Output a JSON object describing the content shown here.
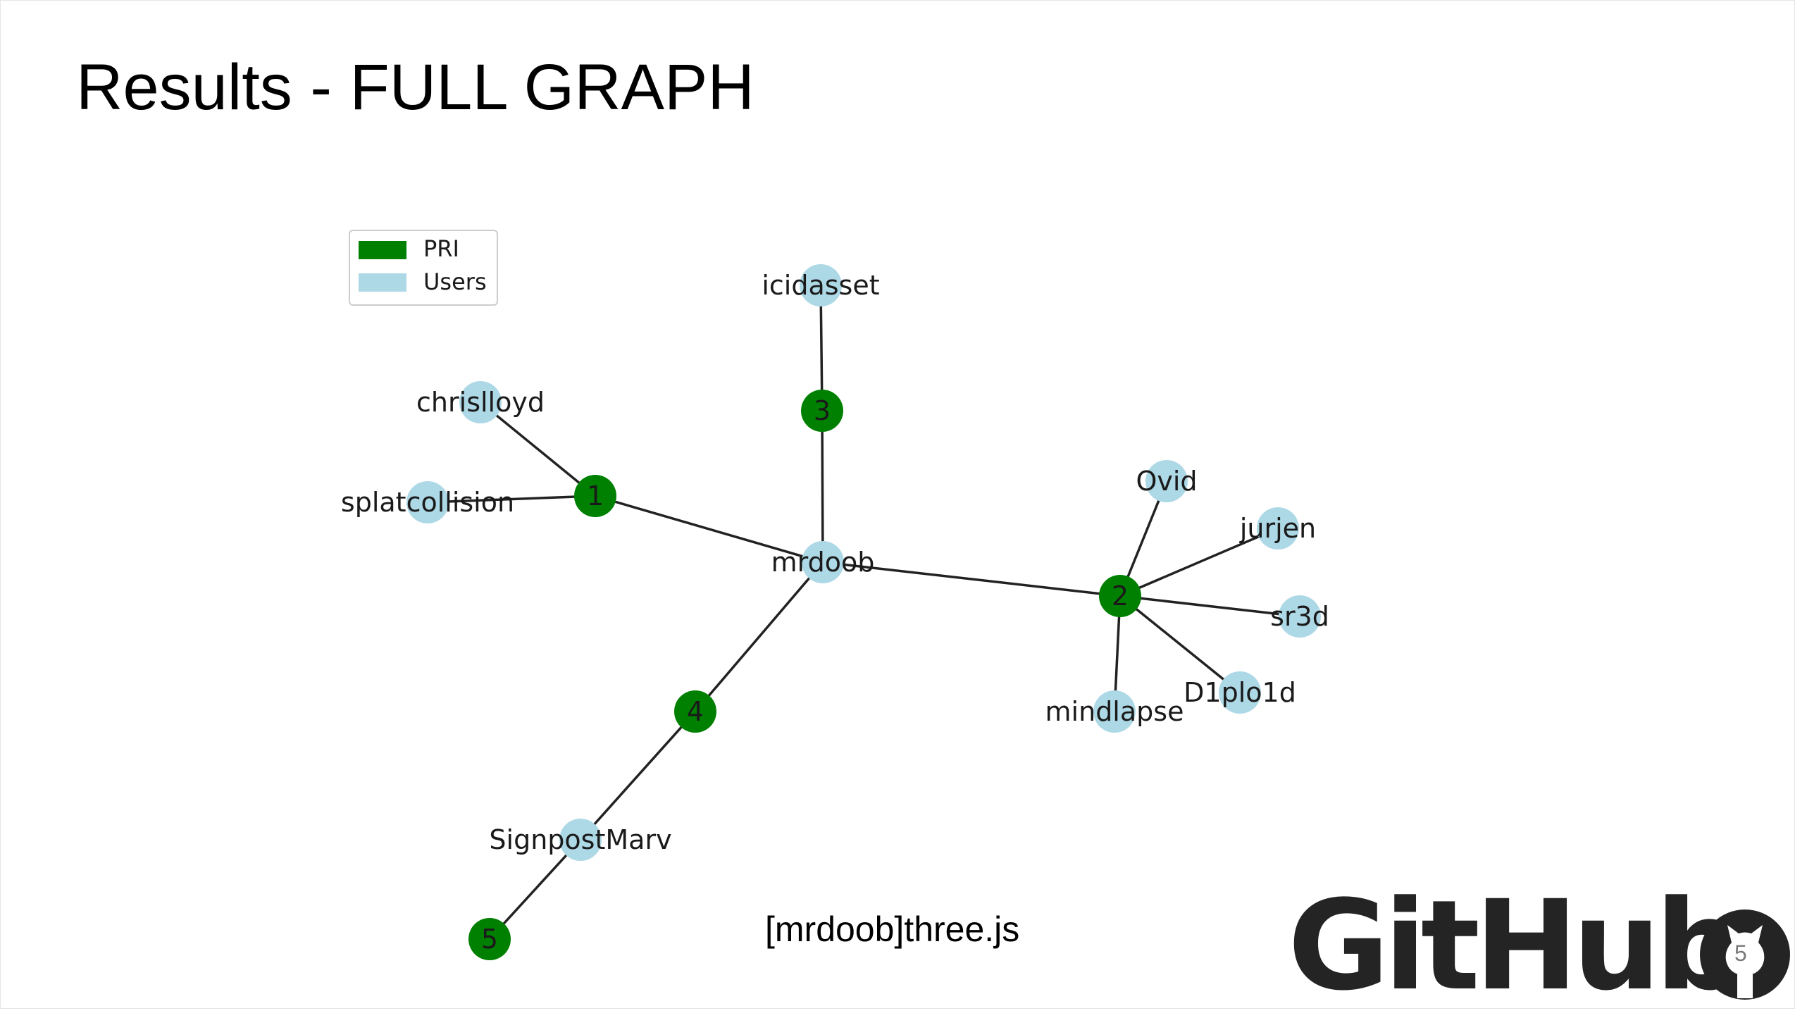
{
  "slide": {
    "title": "Results - FULL GRAPH",
    "caption": "[mrdoob]three.js",
    "logo_text": "GitHub",
    "logo_icon": "octocat-icon",
    "page_number": "5"
  },
  "legend": {
    "items": [
      {
        "label": "PRI",
        "color": "#008000"
      },
      {
        "label": "Users",
        "color": "#add8e6"
      }
    ]
  },
  "graph": {
    "colors": {
      "pri": "#008000",
      "user": "#add8e6",
      "edge": "#222222",
      "label": "#1a1a1a"
    },
    "nodes": [
      {
        "id": "mrdoob",
        "label": "mrdoob",
        "type": "user"
      },
      {
        "id": "icidasset",
        "label": "icidasset",
        "type": "user"
      },
      {
        "id": "chrislloyd",
        "label": "chrislloyd",
        "type": "user"
      },
      {
        "id": "splatcollision",
        "label": "splatcollision",
        "type": "user"
      },
      {
        "id": "Ovid",
        "label": "Ovid",
        "type": "user"
      },
      {
        "id": "jurjen",
        "label": "jurjen",
        "type": "user"
      },
      {
        "id": "sr3d",
        "label": "sr3d",
        "type": "user"
      },
      {
        "id": "D1plo1d",
        "label": "D1plo1d",
        "type": "user"
      },
      {
        "id": "mindlapse",
        "label": "mindlapse",
        "type": "user"
      },
      {
        "id": "SignpostMarv",
        "label": "SignpostMarv",
        "type": "user"
      },
      {
        "id": "p1",
        "label": "1",
        "type": "pri"
      },
      {
        "id": "p2",
        "label": "2",
        "type": "pri"
      },
      {
        "id": "p3",
        "label": "3",
        "type": "pri"
      },
      {
        "id": "p4",
        "label": "4",
        "type": "pri"
      },
      {
        "id": "p5",
        "label": "5",
        "type": "pri"
      }
    ],
    "edges": [
      [
        "icidasset",
        "p3"
      ],
      [
        "p3",
        "mrdoob"
      ],
      [
        "chrislloyd",
        "p1"
      ],
      [
        "splatcollision",
        "p1"
      ],
      [
        "p1",
        "mrdoob"
      ],
      [
        "mrdoob",
        "p2"
      ],
      [
        "p2",
        "Ovid"
      ],
      [
        "p2",
        "jurjen"
      ],
      [
        "p2",
        "sr3d"
      ],
      [
        "p2",
        "D1plo1d"
      ],
      [
        "p2",
        "mindlapse"
      ],
      [
        "mrdoob",
        "p4"
      ],
      [
        "p4",
        "SignpostMarv"
      ],
      [
        "SignpostMarv",
        "p5"
      ]
    ]
  }
}
